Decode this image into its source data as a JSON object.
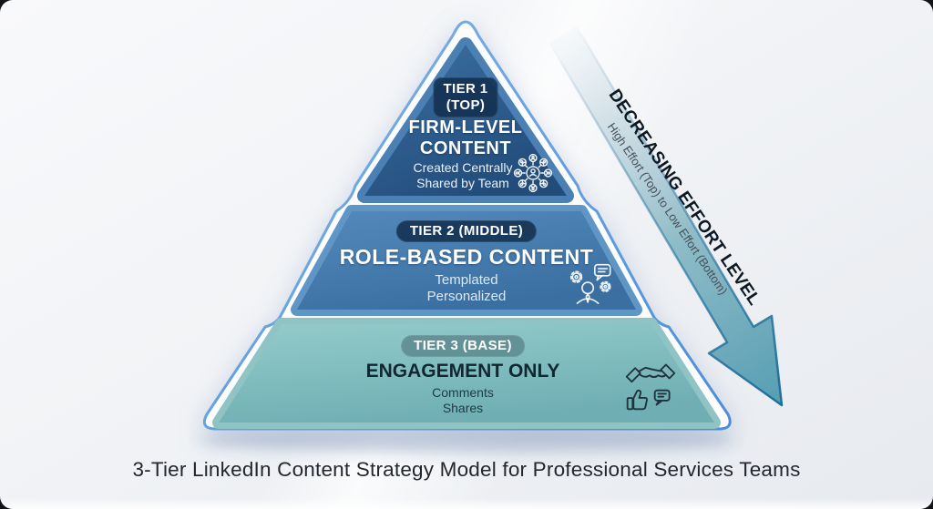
{
  "colors": {
    "canvas_bg": "#e7eaef",
    "outline_stroke": "#4a8ed9",
    "tier1_top": "#3c70a3",
    "tier1_bottom": "#224d7b",
    "tier1_edge": "#4a80b3",
    "tier2_top": "#538abb",
    "tier2_bottom": "#3b6fa2",
    "tier2_edge": "#6096c6",
    "tier3_top": "#94cbca",
    "tier3_bottom": "#6fafb4",
    "tier3_edge": "#8fc3c4",
    "badge_dark_bg": "rgba(18,46,77,0.85)",
    "badge_teal_bg": "rgba(96,141,147,0.92)",
    "tier_dark_text": "#132730",
    "arrow_fill_start": "#cfdfe7",
    "arrow_fill_end": "#569eb3",
    "arrow_stroke": "#1f6f9c",
    "label_dark": "#0c1822",
    "label_gray": "#474f59",
    "caption_color": "#24282e"
  },
  "pyramid": {
    "tiers": [
      {
        "badge_lines": [
          "TIER 1",
          "(TOP)"
        ],
        "title_lines": [
          "FIRM-LEVEL",
          "CONTENT"
        ],
        "subtitle_lines": [
          "Created Centrally",
          "Shared by Team"
        ],
        "icon": "team-network-icon"
      },
      {
        "badge_lines": [
          "TIER 2 (MIDDLE)"
        ],
        "title_lines": [
          "ROLE-BASED CONTENT"
        ],
        "subtitle_lines": [
          "Templated",
          "Personalized"
        ],
        "icon": "personalized-content-icon"
      },
      {
        "badge_lines": [
          "TIER 3 (BASE)"
        ],
        "title_lines": [
          "ENGAGEMENT ONLY"
        ],
        "subtitle_lines": [
          "Comments",
          "Shares"
        ],
        "icon": "engagement-icon"
      }
    ]
  },
  "effort_arrow": {
    "label": "DECREASING EFFORT LEVEL",
    "sublabel": "High Effort (Top) to Low Effort (Bottom)"
  },
  "caption": "3-Tier LinkedIn Content Strategy Model for Professional Services Teams"
}
